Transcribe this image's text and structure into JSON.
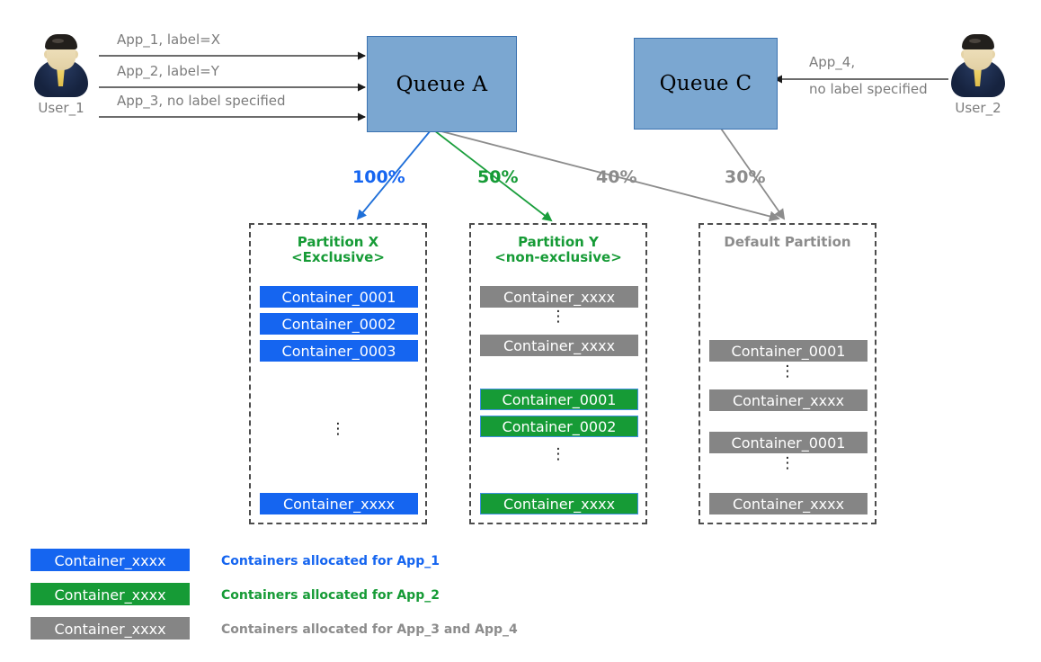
{
  "diagram": {
    "users": [
      {
        "id": "user-1",
        "label": "User_1"
      },
      {
        "id": "user-2",
        "label": "User_2"
      }
    ],
    "queues": [
      {
        "id": "queue-a",
        "label": "Queue A"
      },
      {
        "id": "queue-c",
        "label": "Queue C"
      }
    ],
    "submissions": [
      {
        "text": "App_1, label=X"
      },
      {
        "text": "App_2, label=Y"
      },
      {
        "text": "App_3, no label specified"
      },
      {
        "text": "App_4,"
      },
      {
        "text": "no label specified"
      }
    ],
    "allocations": [
      {
        "value": "100%",
        "color": "#1565f0"
      },
      {
        "value": "50%",
        "color": "#169b36"
      },
      {
        "value": "40%",
        "color": "#8c8c8c"
      },
      {
        "value": "30%",
        "color": "#8c8c8c"
      }
    ],
    "partitions": [
      {
        "id": "partition-x",
        "title": "Partition X",
        "subtitle": "<Exclusive>",
        "title_color": "#169b36",
        "containers": [
          {
            "label": "Container_0001",
            "style": "c-blue"
          },
          {
            "label": "Container_0002",
            "style": "c-blue"
          },
          {
            "label": "Container_0003",
            "style": "c-blue"
          },
          {
            "label": "Container_xxxx",
            "style": "c-blue"
          }
        ]
      },
      {
        "id": "partition-y",
        "title": "Partition Y",
        "subtitle": "<non-exclusive>",
        "title_color": "#169b36",
        "containers": [
          {
            "label": "Container_xxxx",
            "style": "c-gray"
          },
          {
            "label": "Container_xxxx",
            "style": "c-gray"
          },
          {
            "label": "Container_0001",
            "style": "c-green"
          },
          {
            "label": "Container_0002",
            "style": "c-green"
          },
          {
            "label": "Container_xxxx",
            "style": "c-green"
          }
        ]
      },
      {
        "id": "default-partition",
        "title": "Default Partition",
        "subtitle": "",
        "title_color": "#8c8c8c",
        "containers": [
          {
            "label": "Container_0001",
            "style": "c-gray"
          },
          {
            "label": "Container_xxxx",
            "style": "c-gray"
          },
          {
            "label": "Container_0001",
            "style": "c-gray"
          },
          {
            "label": "Container_xxxx",
            "style": "c-gray"
          }
        ]
      }
    ],
    "ellipsis": "⋮",
    "legend": [
      {
        "swatch_label": "Container_xxxx",
        "text": "Containers allocated for App_1",
        "color": "#1565f0",
        "text_color": "#1565f0"
      },
      {
        "swatch_label": "Container_xxxx",
        "text": "Containers allocated for App_2",
        "color": "#169b36",
        "text_color": "#169b36"
      },
      {
        "swatch_label": "Container_xxxx",
        "text": "Containers allocated for App_3 and App_4",
        "color": "#858585",
        "text_color": "#8c8c8c"
      }
    ]
  }
}
